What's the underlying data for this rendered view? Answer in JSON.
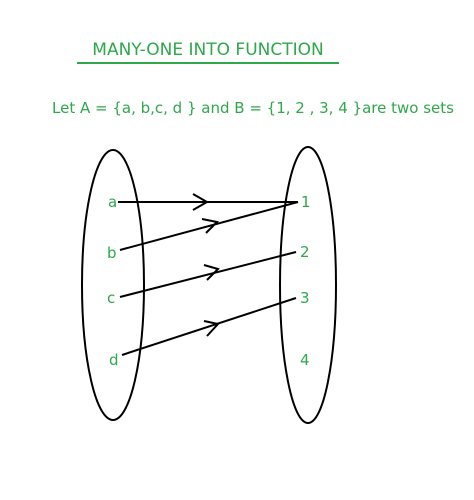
{
  "title": "MANY-ONE INTO FUNCTION",
  "subtitle": "Let A = {a, b,c, d  } and B = {1, 2 , 3, 4 }are two sets",
  "colors": {
    "text": "#2ea84b",
    "stroke": "#000000"
  },
  "set_a": [
    "a",
    "b",
    "c",
    "d"
  ],
  "set_b": [
    "1",
    "2",
    "3",
    "4"
  ],
  "mappings": [
    {
      "from": "a",
      "to": "1"
    },
    {
      "from": "b",
      "to": "1"
    },
    {
      "from": "c",
      "to": "2"
    },
    {
      "from": "d",
      "to": "3"
    }
  ]
}
